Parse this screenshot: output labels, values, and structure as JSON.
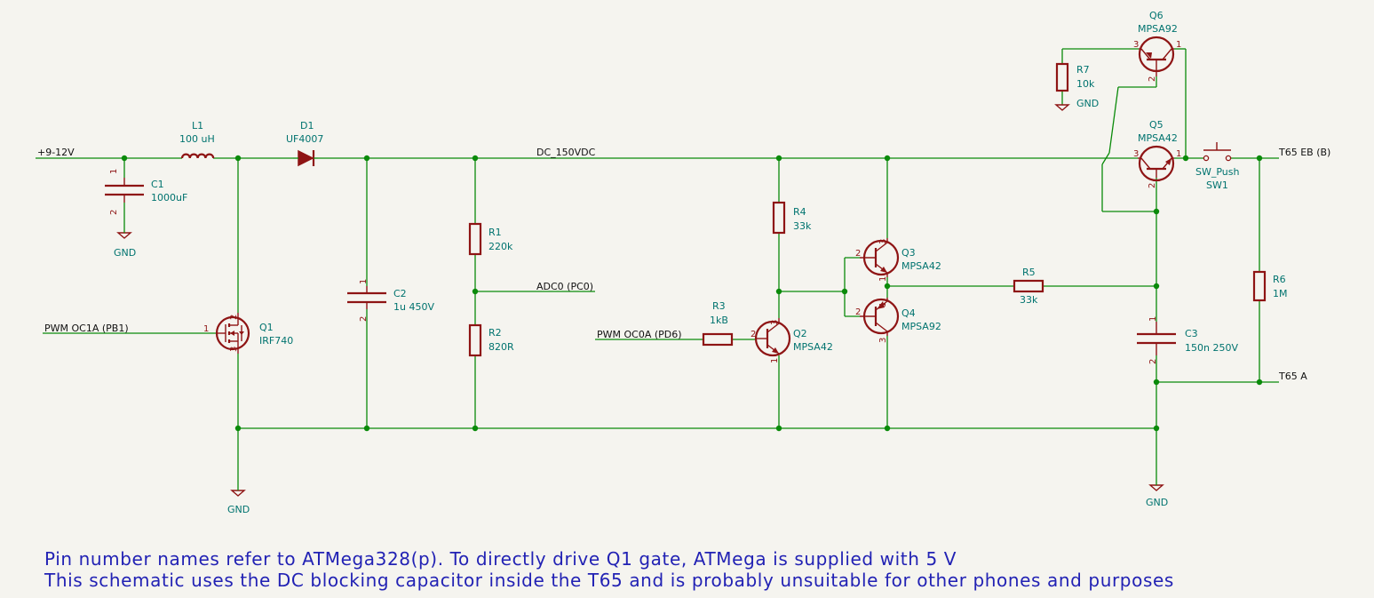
{
  "nets": {
    "vin": "+9-12V",
    "dc150": "DC_150VDC",
    "adc": "ADC0 (PC0)",
    "pwm_oc1a": "PWM OC1A (PB1)",
    "pwm_oc0a": "PWM OC0A (PD6)",
    "t65_eb": "T65 EB (B)",
    "t65_a": "T65 A",
    "gnd": "GND"
  },
  "components": {
    "L1": {
      "ref": "L1",
      "value": "100 uH"
    },
    "D1": {
      "ref": "D1",
      "value": "UF4007"
    },
    "C1": {
      "ref": "C1",
      "value": "1000uF",
      "pins": [
        "1",
        "2"
      ]
    },
    "C2": {
      "ref": "C2",
      "value": "1u 450V",
      "pins": [
        "1",
        "2"
      ]
    },
    "C3": {
      "ref": "C3",
      "value": "150n 250V",
      "pins": [
        "1",
        "2"
      ]
    },
    "R1": {
      "ref": "R1",
      "value": "220k"
    },
    "R2": {
      "ref": "R2",
      "value": "820R"
    },
    "R3": {
      "ref": "R3",
      "value": "1kB"
    },
    "R4": {
      "ref": "R4",
      "value": "33k"
    },
    "R5": {
      "ref": "R5",
      "value": "33k"
    },
    "R6": {
      "ref": "R6",
      "value": "1M"
    },
    "R7": {
      "ref": "R7",
      "value": "10k"
    },
    "Q1": {
      "ref": "Q1",
      "value": "IRF740",
      "pins": [
        "1",
        "2",
        "3"
      ]
    },
    "Q2": {
      "ref": "Q2",
      "value": "MPSA42",
      "pins": [
        "1",
        "2",
        "3"
      ]
    },
    "Q3": {
      "ref": "Q3",
      "value": "MPSA42",
      "pins": [
        "1",
        "2",
        "3"
      ]
    },
    "Q4": {
      "ref": "Q4",
      "value": "MPSA92",
      "pins": [
        "1",
        "2",
        "3"
      ]
    },
    "Q5": {
      "ref": "Q5",
      "value": "MPSA42",
      "pins": [
        "1",
        "2",
        "3"
      ]
    },
    "Q6": {
      "ref": "Q6",
      "value": "MPSA92",
      "pins": [
        "1",
        "2",
        "3"
      ]
    },
    "SW1": {
      "ref": "SW1",
      "value": "SW_Push"
    }
  },
  "notes": [
    "Pin number names refer to ATMega328(p). To directly drive Q1 gate, ATMega is supplied with 5 V",
    "This schematic uses the DC blocking capacitor inside the T65 and is probably unsuitable for other phones and purposes"
  ],
  "colors": {
    "background": "#f5f4ef",
    "wire": "#0a8a0a",
    "component": "#8e1414",
    "reference_text": "#00736f",
    "note_text": "#2222b4"
  }
}
